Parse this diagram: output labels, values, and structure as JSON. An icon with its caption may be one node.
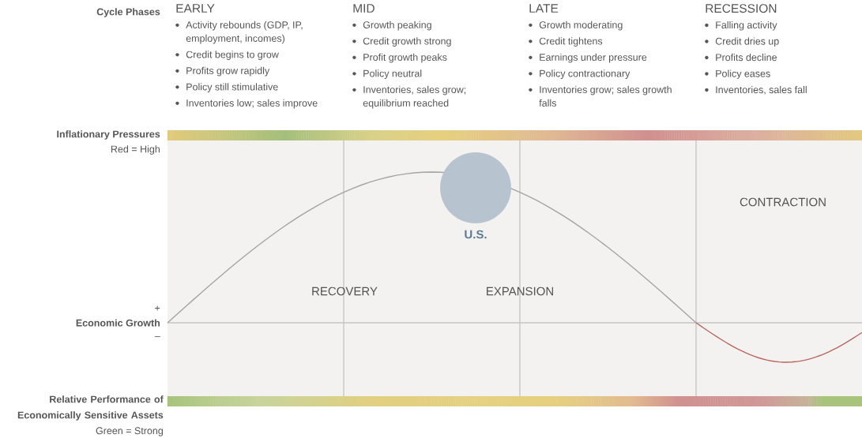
{
  "diagram": {
    "nodes": [
      {
        "text": [
          "EARLY",
          "Activity rebounds (GDP, IP, employment, incomes)",
          "Credit begins to grow",
          "Profits grow rapidly",
          "Policy still stimulative",
          "Inventories low; sales improve"
        ]
      },
      {
        "text": [
          "MID",
          "Growth peaking",
          "Credit growth strong",
          "Profit growth peaks",
          "Policy neutral",
          "Inventories, sales grow; equilibrium reached"
        ]
      },
      {
        "text": [
          "LATE",
          "Growth moderating",
          "Credit tightens",
          "Earnings under pressure",
          "Policy contractionary",
          "Inventories grow; sales growth falls"
        ]
      },
      {
        "text": [
          "RECESSION",
          "Falling activity",
          "Credit dries up",
          "Profits decline",
          "Policy eases",
          "Inventories, sales fall"
        ]
      },
      {
        "text": [],
        "shape": "circle",
        "beside": [
          "U.S."
        ]
      }
    ],
    "labels": [
      "Cycle Phases",
      "Inflationary Pressures",
      "Red = High",
      "CONTRACTION",
      "RECOVERY",
      "EXPANSION",
      "+",
      "Economic Growth",
      "–",
      "Relative Performance of Economically Sensitive Assets",
      "Green = Strong"
    ]
  }
}
